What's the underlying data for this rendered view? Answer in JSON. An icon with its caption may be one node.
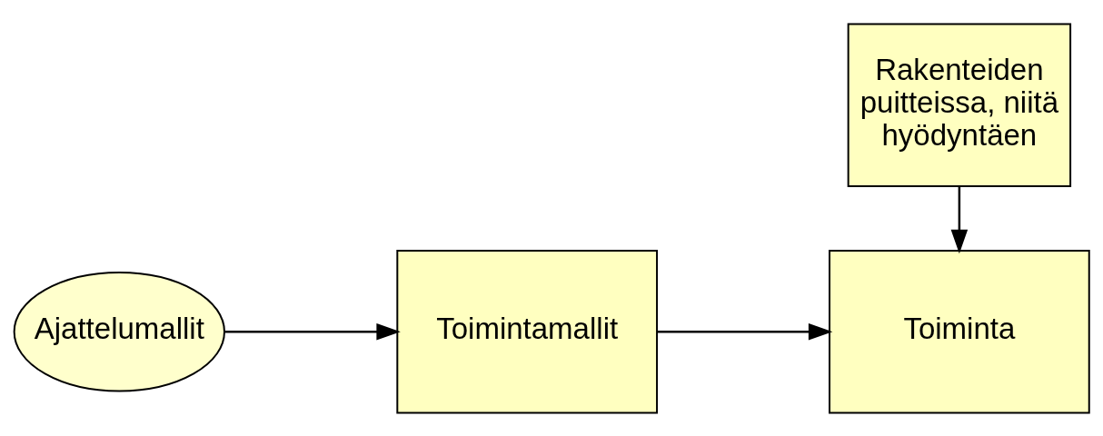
{
  "diagram": {
    "nodes": [
      {
        "text": [
          "Ajattelumallit"
        ]
      },
      {
        "text": [
          "Toimintamallit"
        ]
      },
      {
        "text": [
          "Toiminta"
        ]
      },
      {
        "text": [
          "Rakenteiden puitteissa, niitä hyödyntäen"
        ]
      }
    ],
    "edges": [
      {
        "from": 0,
        "to": 1,
        "arrow": "to"
      },
      {
        "from": 1,
        "to": 2,
        "arrow": "to"
      },
      {
        "from": 3,
        "to": 2,
        "arrow": "to"
      }
    ]
  }
}
